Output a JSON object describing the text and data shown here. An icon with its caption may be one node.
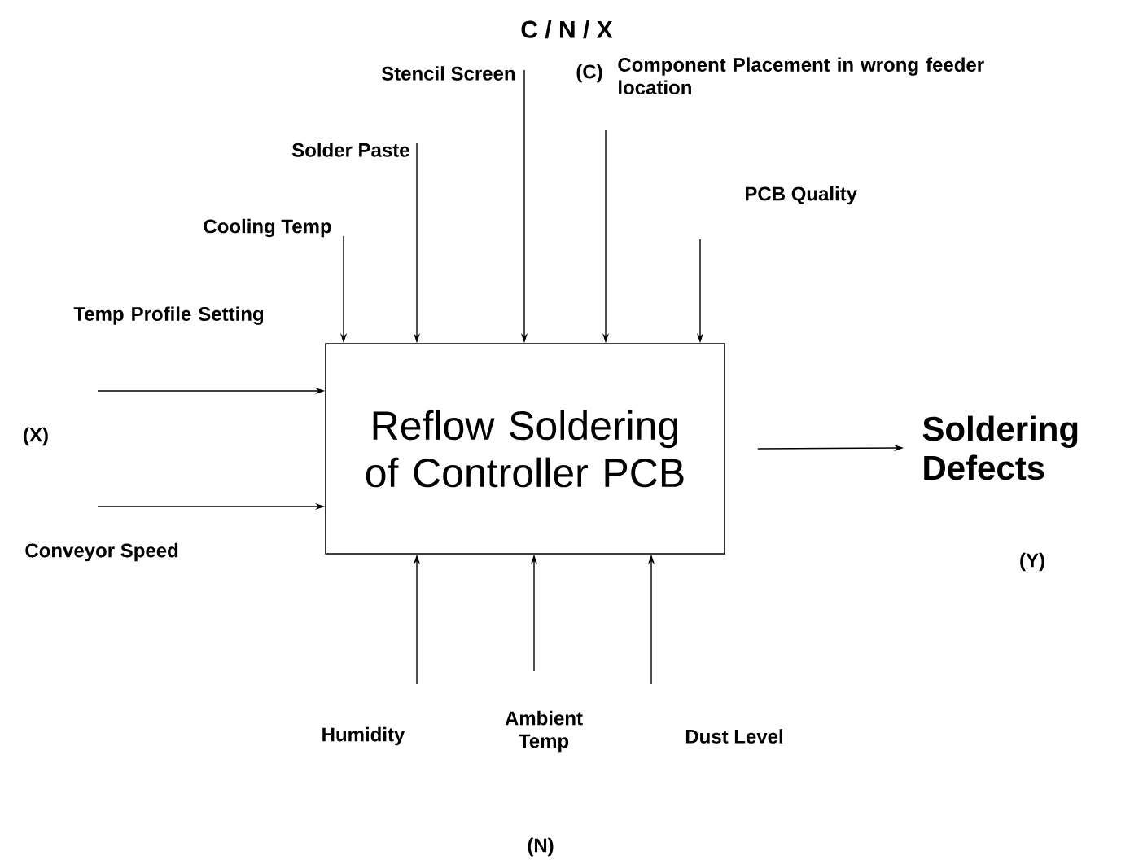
{
  "diagram": {
    "nodes": [
      {
        "text": [
          "Reflow Soldering of Controller PCB"
        ]
      },
      {
        "text": [
          "Stencil Screen"
        ]
      },
      {
        "text": [
          "Component Placement in wrong feeder location"
        ]
      },
      {
        "text": [
          "Solder Paste"
        ]
      },
      {
        "text": [
          "Cooling Temp"
        ]
      },
      {
        "text": [
          "PCB Quality"
        ]
      },
      {
        "text": [
          "Temp Profile Setting"
        ]
      },
      {
        "text": [
          "Conveyor Speed"
        ]
      },
      {
        "text": [
          "Soldering Defects"
        ]
      },
      {
        "text": [
          "Humidity"
        ]
      },
      {
        "text": [
          "Ambient Temp"
        ]
      },
      {
        "text": [
          "Dust Level"
        ]
      }
    ],
    "edges": [
      {
        "from": 1,
        "to": 0,
        "arrow": "to"
      },
      {
        "from": 2,
        "to": 0,
        "arrow": "to"
      },
      {
        "from": 3,
        "to": 0,
        "arrow": "to"
      },
      {
        "from": 4,
        "to": 0,
        "arrow": "to"
      },
      {
        "from": 5,
        "to": 0,
        "arrow": "to"
      },
      {
        "from": 6,
        "to": 0,
        "arrow": "to"
      },
      {
        "from": 7,
        "to": 0,
        "arrow": "to"
      },
      {
        "from": 0,
        "to": 8,
        "arrow": "to"
      },
      {
        "from": 9,
        "to": 0,
        "arrow": "to"
      },
      {
        "from": 10,
        "to": 0,
        "arrow": "to"
      },
      {
        "from": 11,
        "to": 0,
        "arrow": "to"
      }
    ],
    "labels": [
      "C / N / X",
      "(C)",
      "(X)",
      "(Y)",
      "(N)"
    ]
  }
}
